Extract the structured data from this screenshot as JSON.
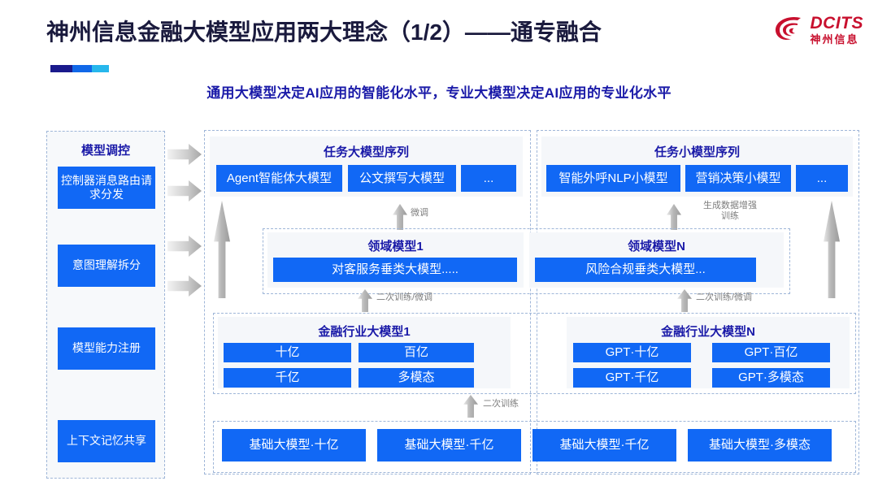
{
  "header": {
    "title": "神州信息金融大模型应用两大理念（1/2）——通专融合",
    "subtitle": "通用大模型决定AI应用的智能化水平，专业大模型决定AI应用的专业化水平",
    "logo": {
      "en": "DCITS",
      "cn": "神州信息",
      "color": "#c8102e"
    }
  },
  "colors": {
    "blue_box": "#1168f5",
    "group_title": "#1a1aa8",
    "panel": "#f5f7fa",
    "dashed_border": "#9fb6d8",
    "arrow": "#b8b8b8"
  },
  "sidebar": {
    "title": "模型调控",
    "items": [
      {
        "label": "控制器消息路由请求分发"
      },
      {
        "label": "意图理解拆分"
      },
      {
        "label": "模型能力注册"
      },
      {
        "label": "上下文记忆共享"
      }
    ]
  },
  "task_sequences": [
    {
      "title": "任务大模型序列",
      "boxes": [
        {
          "label": "Agent智能体大模型"
        },
        {
          "label": "公文撰写大模型"
        },
        {
          "label": "..."
        }
      ]
    },
    {
      "title": "任务小模型序列",
      "boxes": [
        {
          "label": "智能外呼NLP小模型"
        },
        {
          "label": "营销决策小模型"
        },
        {
          "label": "..."
        }
      ]
    }
  ],
  "domain_models": [
    {
      "title": "领域模型1",
      "box": "对客服务垂类大模型....."
    },
    {
      "title": "领域模型N",
      "box": "风险合规垂类大模型..."
    }
  ],
  "industry_models": [
    {
      "title": "金融行业大模型1",
      "boxes": [
        "十亿",
        "百亿",
        "千亿",
        "多模态"
      ]
    },
    {
      "title": "金融行业大模型N",
      "boxes": [
        "GPT·十亿",
        "GPT·百亿",
        "GPT·千亿",
        "GPT·多模态"
      ]
    }
  ],
  "base_models": [
    {
      "label": "基础大模型·十亿"
    },
    {
      "label": "基础大模型·千亿"
    },
    {
      "label": "基础大模型·千亿"
    },
    {
      "label": "基础大模型·多模态"
    }
  ],
  "arrow_labels": {
    "finetune": "微调",
    "data_aug": "生成数据增强\n训练",
    "retrain_finetune_left": "二次训练/微调",
    "retrain_finetune_right": "二次训练/微调",
    "retrain": "二次训练"
  }
}
